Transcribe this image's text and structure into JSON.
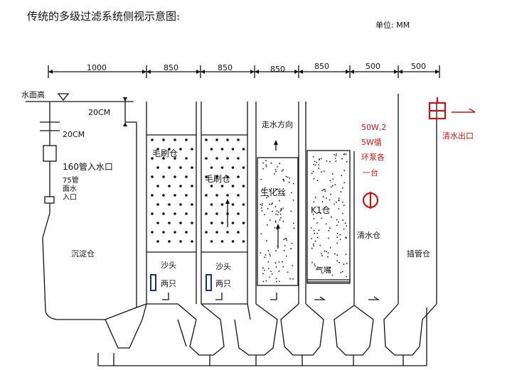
{
  "title": "传统的多级过滤系统侧视示意图:",
  "unit": "单位: MM",
  "dimensions": [
    "1000",
    "850",
    "850",
    "850",
    "850",
    "500",
    "500"
  ],
  "water_level": "水面高",
  "dim_20cm_top": "20CM",
  "dim_20cm_side": "20CM",
  "inlet_160": "160管入水口",
  "inlet_75": [
    "75管",
    "面水",
    "入口"
  ],
  "settling_tank": "沉淀仓",
  "brush_tank_1": "毛刷仓",
  "brush_tank_2": "毛刷仓",
  "sand_head_1": "沙头",
  "two_pcs_1": "两只",
  "sand_head_2": "沙头",
  "two_pcs_2": "两只",
  "flow_direction": "走水方向",
  "bio_fiber": "生化丝",
  "k1_tank": "K1仓",
  "air_nozzle": "气嘴",
  "pump_note": [
    "50W,2",
    "5W循",
    "环泵各",
    "一台"
  ],
  "clear_water_tank": "清水仓",
  "pipe_tank": "插管仓",
  "clear_water_outlet": "清水出口",
  "accent_color": "#c01818",
  "frame_blue": "#1d2f8a"
}
